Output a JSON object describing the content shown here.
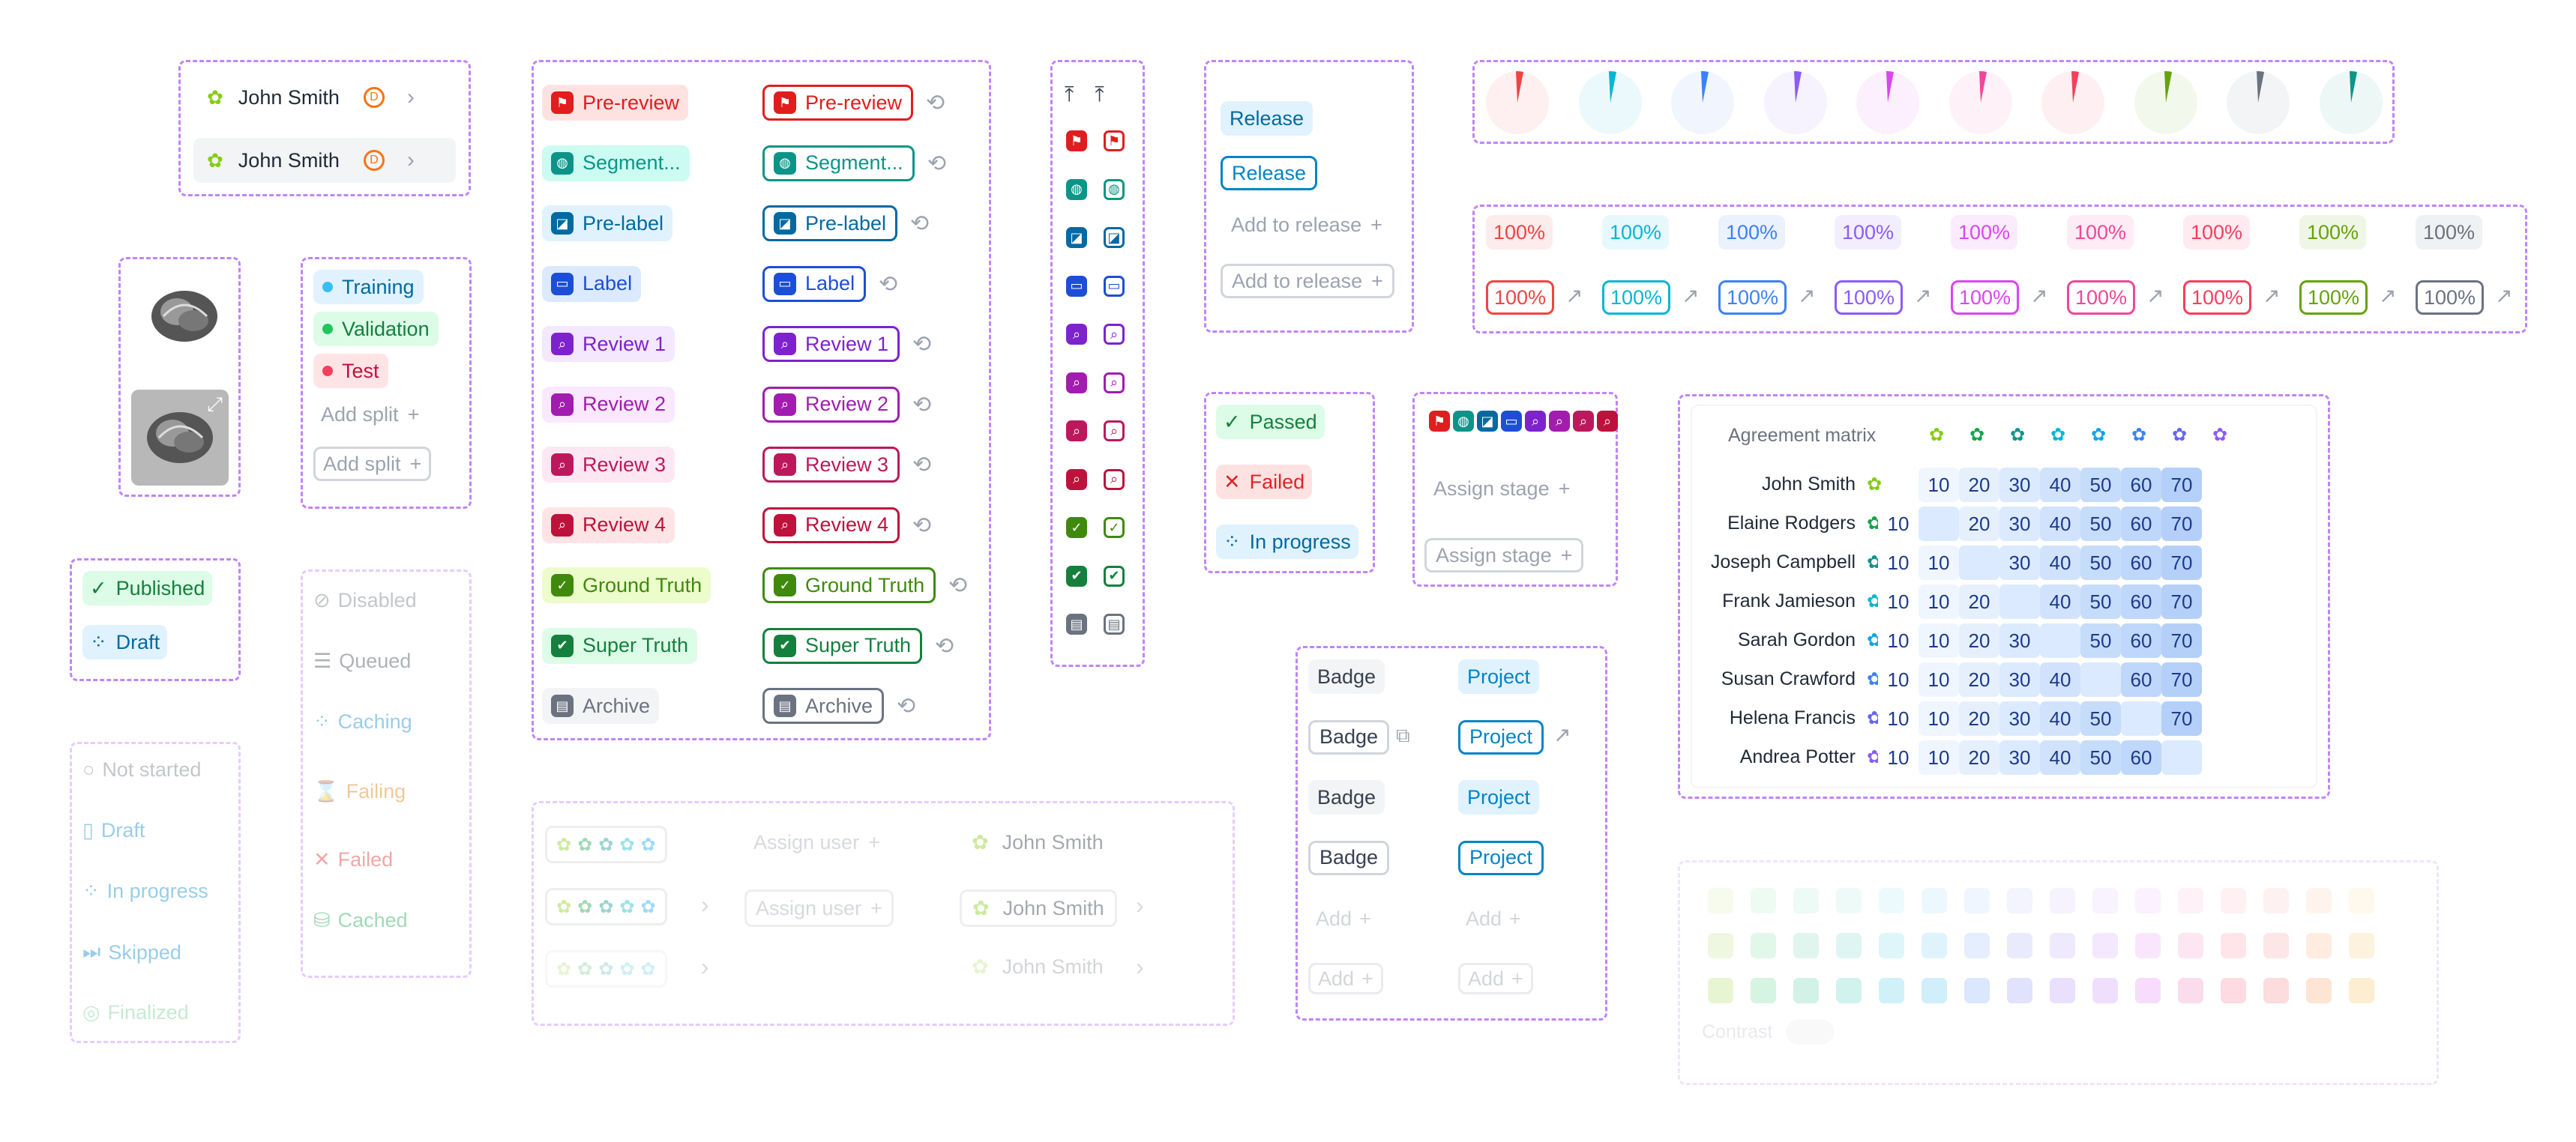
{
  "user_card": {
    "name": "John Smith",
    "name2": "John Smith"
  },
  "splits": {
    "training": "Training",
    "validation": "Validation",
    "test": "Test",
    "add_split": "Add split",
    "add_split2": "Add split"
  },
  "publish": {
    "published": "Published",
    "draft": "Draft"
  },
  "statuses_a": {
    "not_started": "Not started",
    "draft": "Draft",
    "in_progress": "In progress",
    "skipped": "Skipped",
    "finalized": "Finalized"
  },
  "statuses_b": {
    "disabled": "Disabled",
    "queued": "Queued",
    "caching": "Caching",
    "failing": "Failing",
    "failed": "Failed",
    "cached": "Cached"
  },
  "stages": [
    {
      "label": "Pre-review",
      "color": "#e11d1d",
      "bg": "#fee2e2",
      "icon": "flag-icon"
    },
    {
      "label": "Segment...",
      "color": "#0d9488",
      "bg": "#ccfbf1",
      "icon": "segment-icon"
    },
    {
      "label": "Pre-label",
      "color": "#0369a1",
      "bg": "#e0f2fe",
      "icon": "pre-label-icon"
    },
    {
      "label": "Label",
      "color": "#1d4ed8",
      "bg": "#dbeafe",
      "icon": "label-icon"
    },
    {
      "label": "Review 1",
      "color": "#7e22ce",
      "bg": "#f3e8ff",
      "icon": "review-icon"
    },
    {
      "label": "Review 2",
      "color": "#a21caf",
      "bg": "#fae8ff",
      "icon": "review-icon"
    },
    {
      "label": "Review 3",
      "color": "#be185d",
      "bg": "#fce7f3",
      "icon": "review-icon"
    },
    {
      "label": "Review 4",
      "color": "#be123c",
      "bg": "#ffe4e6",
      "icon": "review-icon"
    },
    {
      "label": "Ground Truth",
      "color": "#3f8a0d",
      "bg": "#ecfccb",
      "icon": "check-icon"
    },
    {
      "label": "Super Truth",
      "color": "#15803d",
      "bg": "#dcfce7",
      "icon": "double-check-icon"
    },
    {
      "label": "Archive",
      "color": "#6b7280",
      "bg": "#f3f4f6",
      "icon": "archive-icon"
    }
  ],
  "release": {
    "release1": "Release",
    "release2": "Release",
    "add1": "Add to release",
    "add2": "Add to release"
  },
  "results": {
    "passed": "Passed",
    "failed": "Failed",
    "in_progress": "In progress"
  },
  "assign_stage": {
    "a1": "Assign stage",
    "a2": "Assign stage"
  },
  "assign_user": {
    "a1": "Assign user",
    "a2": "Assign user",
    "name1": "John Smith",
    "name2": "John Smith",
    "name3": "John Smith"
  },
  "badges": {
    "b1": "Badge",
    "b2": "Badge",
    "b3": "Badge",
    "b4": "Badge",
    "p1": "Project",
    "p2": "Project",
    "p3": "Project",
    "p4": "Project",
    "add1": "Add",
    "add2": "Add",
    "add3": "Add",
    "add4": "Add"
  },
  "percent": {
    "value": "100%"
  },
  "matrix": {
    "title": "Agreement matrix",
    "names": [
      "John Smith",
      "Elaine Rodgers",
      "Joseph Campbell",
      "Frank Jamieson",
      "Sarah Gordon",
      "Susan Crawford",
      "Helena Francis",
      "Andrea Potter"
    ],
    "values": [
      "10",
      "20",
      "30",
      "40",
      "50",
      "60",
      "70"
    ]
  },
  "contrast": {
    "label": "Contrast"
  },
  "palette": [
    "#ef4444",
    "#06b6d4",
    "#3b82f6",
    "#8b5cf6",
    "#d946ef",
    "#ec4899",
    "#f43f5e",
    "#65a30d",
    "#6b7280",
    "#0d9488"
  ]
}
